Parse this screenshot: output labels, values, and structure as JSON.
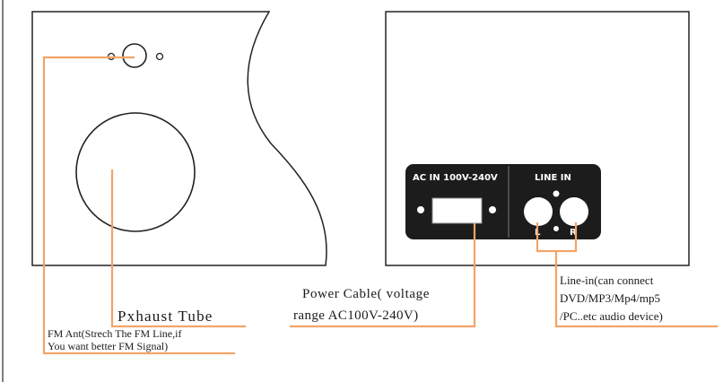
{
  "diagram": {
    "panel_labels": {
      "ac_in": "AC IN 100V-240V",
      "line_in": "LINE IN",
      "left": "L",
      "right": "R"
    },
    "callouts": {
      "exhaust_tube": "Pxhaust Tube",
      "fm_ant_line1": "FM Ant(Strech  The FM Line,if",
      "fm_ant_line2": "You want better  FM Signal)",
      "power_line1": "Power Cable( voltage",
      "power_line2": "range AC100V-240V)",
      "linein_line1": "Line-in(can connect",
      "linein_line2": "DVD/MP3/Mp4/mp5",
      "linein_line3": "/PC..etc  audio device)"
    },
    "colors": {
      "leader": "#f2a468",
      "panel": "#1c1c1c",
      "outline": "#222222"
    }
  }
}
